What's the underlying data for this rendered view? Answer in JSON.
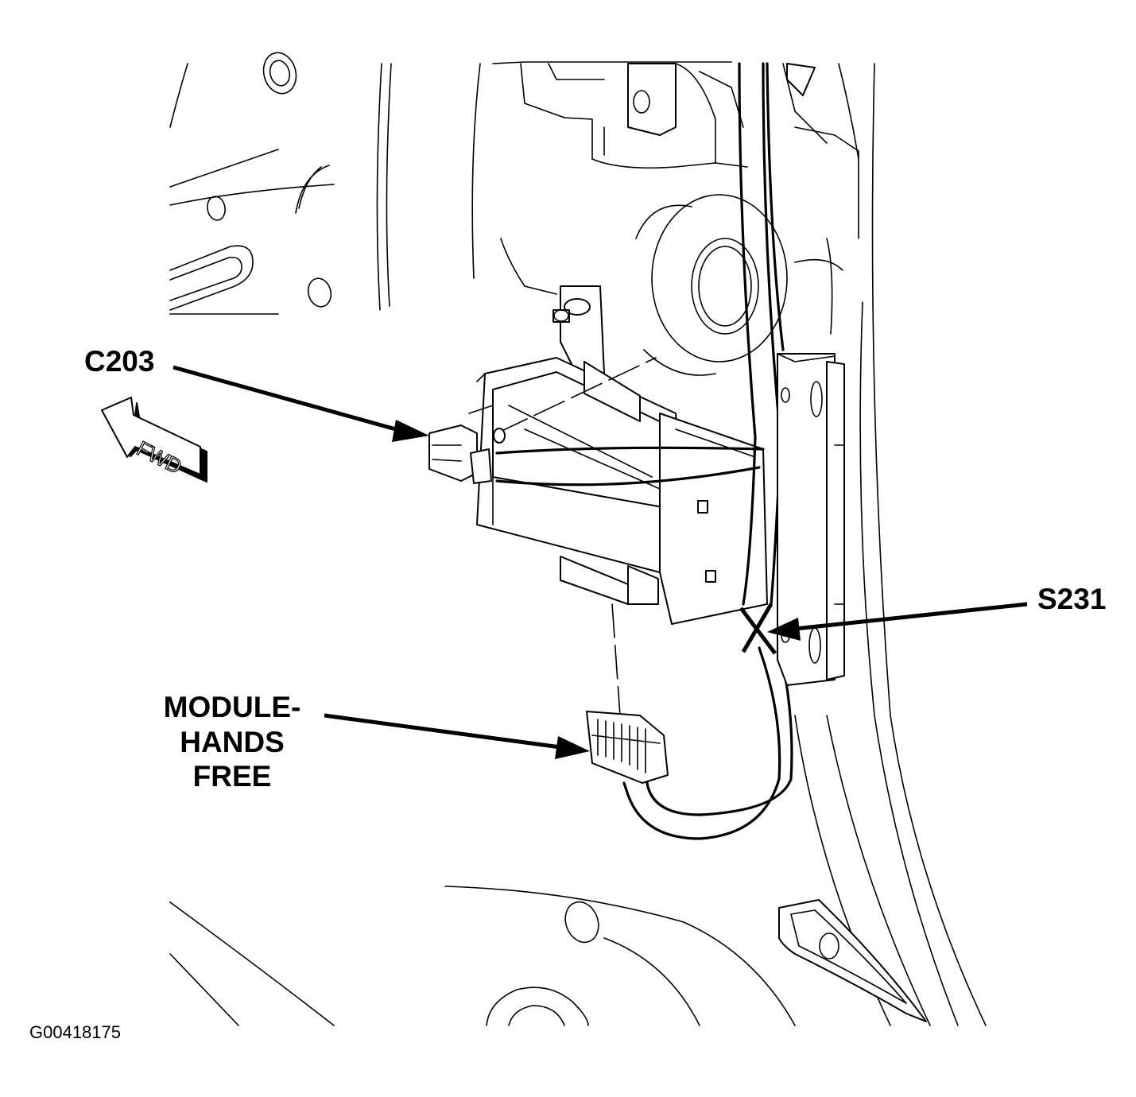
{
  "figure_id": "G00418175",
  "direction_arrow": {
    "label": "FWD",
    "icon": "forward-direction-arrow-icon"
  },
  "callouts": [
    {
      "id": "c203",
      "text": "C203"
    },
    {
      "id": "s231",
      "text": "S231"
    },
    {
      "id": "module",
      "lines": [
        "MODULE-",
        "HANDS",
        "FREE"
      ]
    }
  ]
}
